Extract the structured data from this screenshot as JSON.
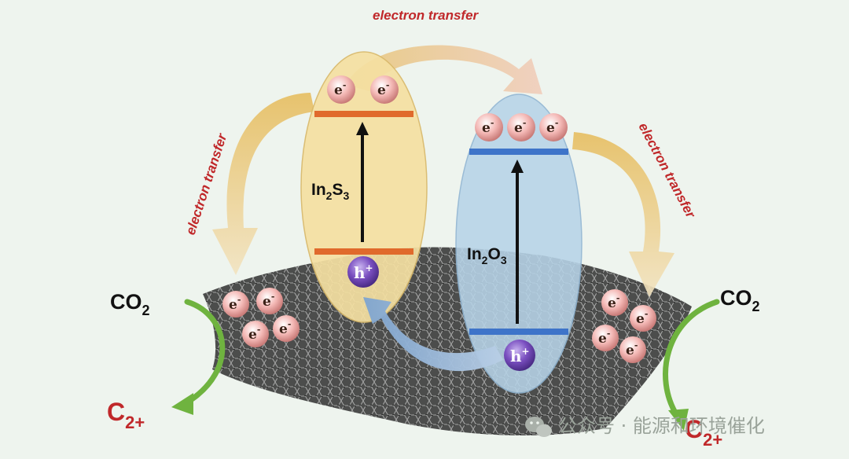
{
  "diagram": {
    "arrows": {
      "top": "electron transfer",
      "left": "electron transfer",
      "right": "electron transfer"
    },
    "left_semiconductor": {
      "base": "In",
      "sub1": "2",
      "mid": "S",
      "sub2": "3"
    },
    "right_semiconductor": {
      "base": "In",
      "sub1": "2",
      "mid": "O",
      "sub2": "3"
    },
    "electron": {
      "base": "e",
      "sup": "-"
    },
    "hole": {
      "base": "h",
      "sup": "+"
    },
    "reactant_left": {
      "base": "CO",
      "sub": "2"
    },
    "reactant_right": {
      "base": "CO",
      "sub": "2"
    },
    "product_left": {
      "base": "C",
      "sub": "2+"
    },
    "product_right": {
      "base": "C",
      "sub": "2+"
    },
    "colors": {
      "cb_in2s3": "#e06a2c",
      "vb_in2s3": "#e06a2c",
      "cb_in2o3": "#3e74c9",
      "vb_in2o3": "#3e74c9",
      "label_red": "#c0282a",
      "green_arrow": "#6fb33f"
    }
  },
  "watermark": {
    "icon": "wechat-icon",
    "text": "公众号 · 能源和环境催化"
  }
}
